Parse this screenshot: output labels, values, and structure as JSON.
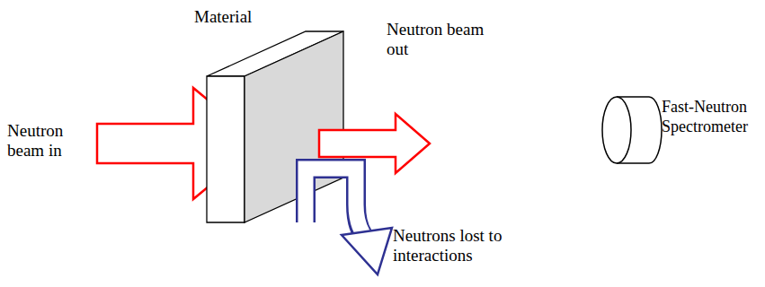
{
  "diagram": {
    "labels": [
      "Material",
      "Neutron beam out",
      "Neutron beam in",
      "Neutrons lost to interactions",
      "Fast-Neutron Spectrometer"
    ]
  }
}
